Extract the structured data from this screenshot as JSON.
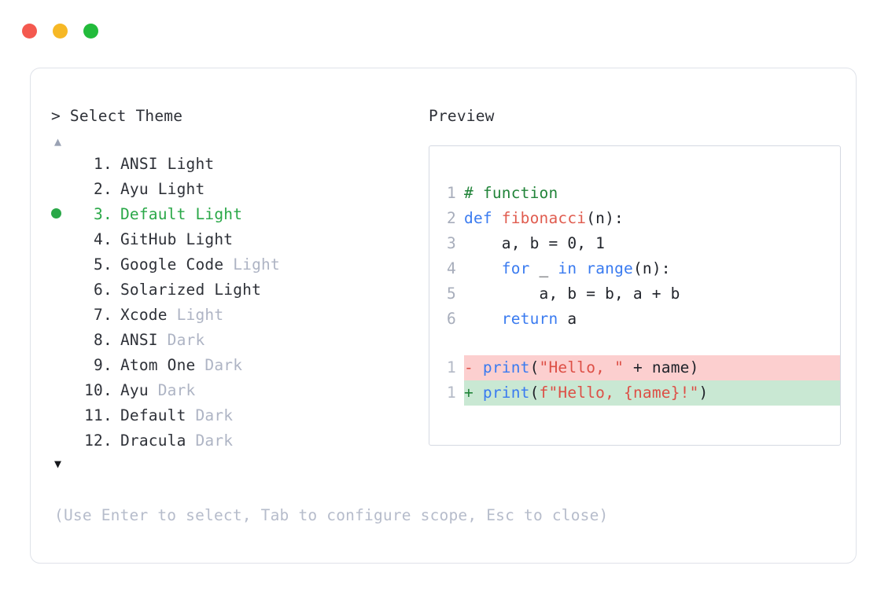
{
  "window": {
    "traffic_lights": [
      {
        "name": "close",
        "color": "#f4594f"
      },
      {
        "name": "minimize",
        "color": "#f6b825"
      },
      {
        "name": "maximize",
        "color": "#22bb3b"
      }
    ]
  },
  "prompt": {
    "symbol": "> ",
    "title": "Select Theme"
  },
  "scroll": {
    "up_arrow": "▲",
    "down_arrow": "▼"
  },
  "list": {
    "selected_index": 3,
    "selected_bullet": "●",
    "items": [
      {
        "index": " 1",
        "dot": ".",
        "name": "ANSI",
        "suffix": "Light",
        "suffix_muted": false,
        "selected": false
      },
      {
        "index": " 2",
        "dot": ".",
        "name": "Ayu",
        "suffix": "Light",
        "suffix_muted": false,
        "selected": false
      },
      {
        "index": " 3",
        "dot": ".",
        "name": "Default",
        "suffix": "Light",
        "suffix_muted": false,
        "selected": true
      },
      {
        "index": " 4",
        "dot": ".",
        "name": "GitHub",
        "suffix": "Light",
        "suffix_muted": false,
        "selected": false
      },
      {
        "index": " 5",
        "dot": ".",
        "name": "Google Code",
        "suffix": "Light",
        "suffix_muted": true,
        "selected": false
      },
      {
        "index": " 6",
        "dot": ".",
        "name": "Solarized",
        "suffix": "Light",
        "suffix_muted": false,
        "selected": false
      },
      {
        "index": " 7",
        "dot": ".",
        "name": "Xcode",
        "suffix": "Light",
        "suffix_muted": true,
        "selected": false
      },
      {
        "index": " 8",
        "dot": ".",
        "name": "ANSI",
        "suffix": "Dark",
        "suffix_muted": true,
        "selected": false
      },
      {
        "index": " 9",
        "dot": ".",
        "name": "Atom One",
        "suffix": "Dark",
        "suffix_muted": true,
        "selected": false
      },
      {
        "index": "10",
        "dot": ".",
        "name": "Ayu",
        "suffix": "Dark",
        "suffix_muted": true,
        "selected": false
      },
      {
        "index": "11",
        "dot": ".",
        "name": "Default",
        "suffix": "Dark",
        "suffix_muted": true,
        "selected": false
      },
      {
        "index": "12",
        "dot": ".",
        "name": "Dracula",
        "suffix": "Dark",
        "suffix_muted": true,
        "selected": false
      }
    ]
  },
  "preview": {
    "title": "Preview",
    "code_lines": [
      {
        "num": "1",
        "tokens": [
          {
            "t": "# function",
            "c": "comment"
          }
        ]
      },
      {
        "num": "2",
        "tokens": [
          {
            "t": "def ",
            "c": "keyword"
          },
          {
            "t": "fibonacci",
            "c": "func"
          },
          {
            "t": "(n):",
            "c": "plain"
          }
        ]
      },
      {
        "num": "3",
        "tokens": [
          {
            "t": "    a, b = 0, 1",
            "c": "plain"
          }
        ]
      },
      {
        "num": "4",
        "tokens": [
          {
            "t": "    ",
            "c": "plain"
          },
          {
            "t": "for",
            "c": "keyword"
          },
          {
            "t": " _ ",
            "c": "plain"
          },
          {
            "t": "in ",
            "c": "keyword"
          },
          {
            "t": "range",
            "c": "builtin"
          },
          {
            "t": "(n):",
            "c": "plain"
          }
        ]
      },
      {
        "num": "5",
        "tokens": [
          {
            "t": "        a, b = b, a + b",
            "c": "plain"
          }
        ]
      },
      {
        "num": "6",
        "tokens": [
          {
            "t": "    ",
            "c": "plain"
          },
          {
            "t": "return",
            "c": "keyword"
          },
          {
            "t": " a",
            "c": "plain"
          }
        ]
      }
    ],
    "diff_lines": [
      {
        "num": "1",
        "kind": "del",
        "marker": "- ",
        "tokens": [
          {
            "t": "print",
            "c": "builtin"
          },
          {
            "t": "(",
            "c": "plain"
          },
          {
            "t": "\"Hello, \"",
            "c": "string"
          },
          {
            "t": " + name)",
            "c": "plain"
          }
        ]
      },
      {
        "num": "1",
        "kind": "add",
        "marker": "+ ",
        "tokens": [
          {
            "t": "print",
            "c": "builtin"
          },
          {
            "t": "(",
            "c": "plain"
          },
          {
            "t": "f\"Hello, {name}!\"",
            "c": "string"
          },
          {
            "t": ")",
            "c": "plain"
          }
        ]
      }
    ]
  },
  "footer": {
    "hint": "(Use Enter to select, Tab to configure scope, Esc to close)"
  },
  "colors": {
    "accent_green": "#2aa848",
    "muted": "#aeb4c4",
    "text": "#2e3138",
    "diff_del_bg": "#fccfcf",
    "diff_add_bg": "#c9e8d3",
    "border": "#dfe2e9"
  }
}
